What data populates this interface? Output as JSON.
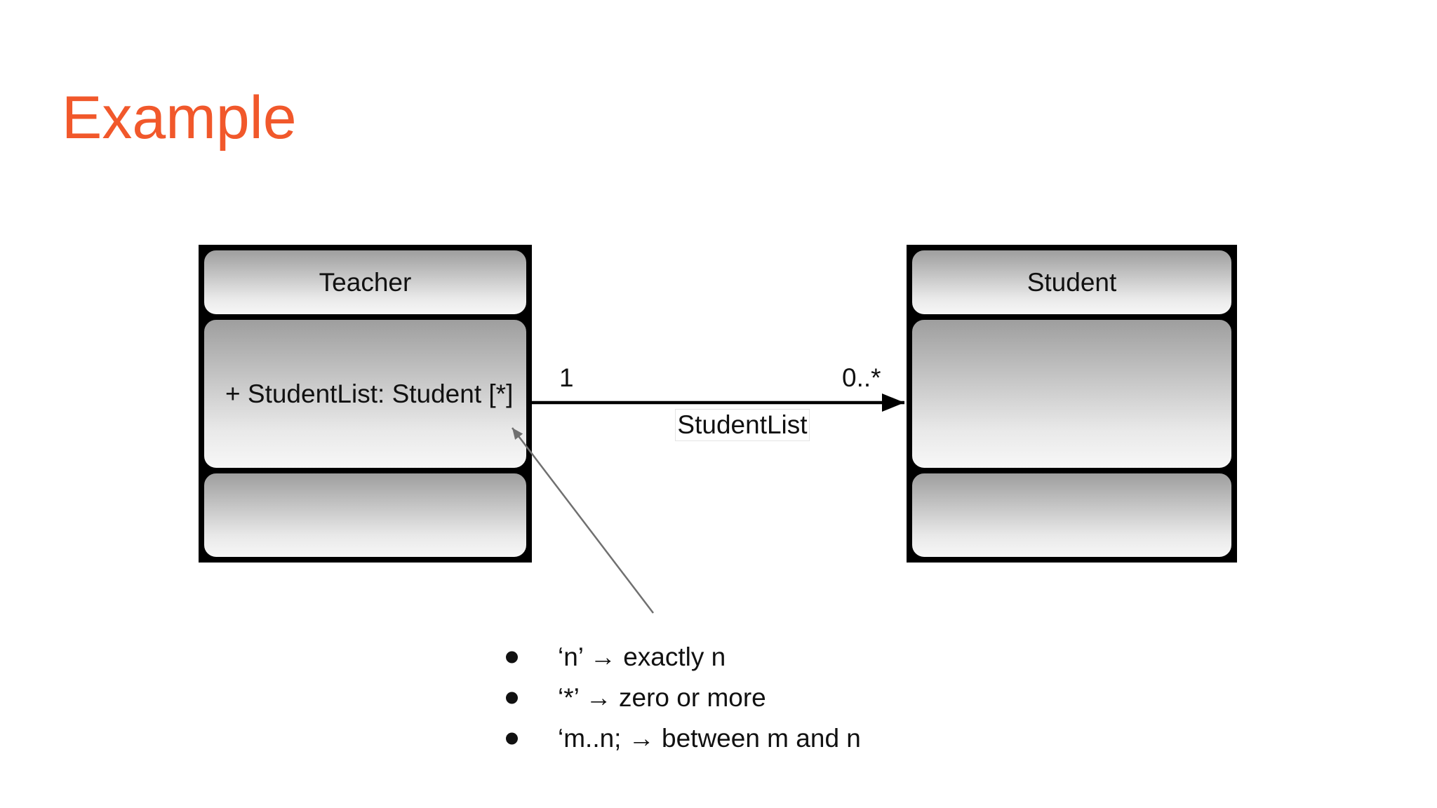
{
  "slide": {
    "title": "Example",
    "title_color": "#F1582B"
  },
  "diagram": {
    "teacher": {
      "name": "Teacher",
      "attribute": "+ StudentList: Student [*]"
    },
    "student": {
      "name": "Student"
    },
    "association": {
      "source_multiplicity": "1",
      "target_multiplicity": "0..*",
      "label": "StudentList"
    },
    "colors": {
      "connector": "#000000",
      "annotation_arrow": "#707070",
      "compartment_gradient_top": "#9e9e9e",
      "compartment_gradient_bottom": "#f7f7f7"
    }
  },
  "legend": {
    "bullets": [
      "‘n’ → exactly n",
      "‘*’ → zero or more",
      "‘m..n; → between m and n"
    ]
  }
}
